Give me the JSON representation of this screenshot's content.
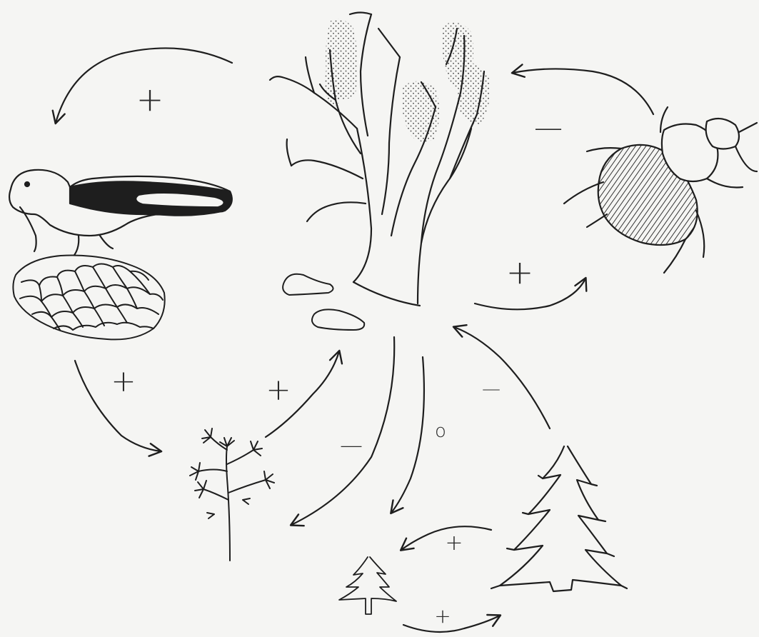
{
  "diagram": {
    "organisms": [
      {
        "id": "bird",
        "icon": "nutcracker-bird-icon"
      },
      {
        "id": "cone",
        "icon": "pine-cone-icon"
      },
      {
        "id": "old-pine",
        "icon": "old-pine-tree-icon"
      },
      {
        "id": "beetle",
        "icon": "beetle-icon"
      },
      {
        "id": "pine-sapling",
        "icon": "pine-sapling-icon"
      },
      {
        "id": "spruce",
        "icon": "spruce-tree-icon"
      },
      {
        "id": "small-spruce",
        "icon": "small-spruce-icon"
      },
      {
        "id": "soil",
        "icon": "soil-patches-icon"
      }
    ],
    "interactions": [
      {
        "id": "tree-to-bird",
        "sign": "+"
      },
      {
        "id": "beetle-to-tree",
        "sign": "—"
      },
      {
        "id": "tree-to-beetle",
        "sign": "+"
      },
      {
        "id": "bird-to-sapling",
        "sign": "+"
      },
      {
        "id": "sapling-to-tree",
        "sign": "+"
      },
      {
        "id": "tree-to-sapling",
        "sign": "—"
      },
      {
        "id": "tree-to-small-spruce",
        "sign": "o"
      },
      {
        "id": "spruce-to-tree",
        "sign": "—"
      },
      {
        "id": "spruce-to-small-spruce",
        "sign": "+"
      },
      {
        "id": "small-spruce-to-spruce",
        "sign": "+"
      }
    ]
  }
}
